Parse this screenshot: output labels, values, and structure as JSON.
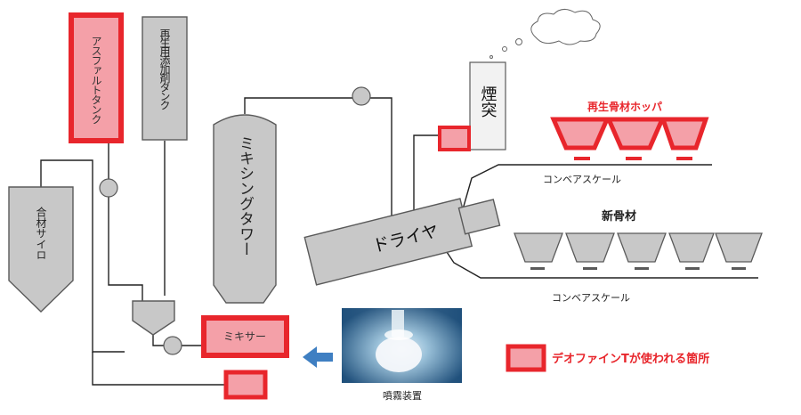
{
  "colors": {
    "highlight_fill": "#f4a0a8",
    "highlight_stroke": "#e8262c",
    "equipment_fill": "#c8c8c8",
    "equipment_stroke": "#5a5a5a",
    "pipe": "#222222",
    "arrow": "#3f7fc2",
    "legend_text": "#e8262c"
  },
  "equipment": {
    "asphalt_tank": "アスファルトタンク",
    "additive_tank": "再生用添加剤タンク",
    "mixed_silo": "合材サイロ",
    "mixing_tower": "ミキシングタワー",
    "mixer": "ミキサー",
    "dryer": "ドライヤ",
    "chimney": "煙突",
    "recycled_hopper": "再生骨材ホッパ",
    "new_aggregate": "新骨材",
    "conveyor_scale_top": "コンベアスケール",
    "conveyor_scale_bottom": "コンベアスケール",
    "spray_device": "噴霧装置"
  },
  "legend": {
    "label": "デオファインTが使われる箇所"
  },
  "icons": {
    "spray_photo": "spray-nozzle-photo",
    "arrow": "arrow-left-icon",
    "cloud": "smoke-cloud-icon"
  }
}
